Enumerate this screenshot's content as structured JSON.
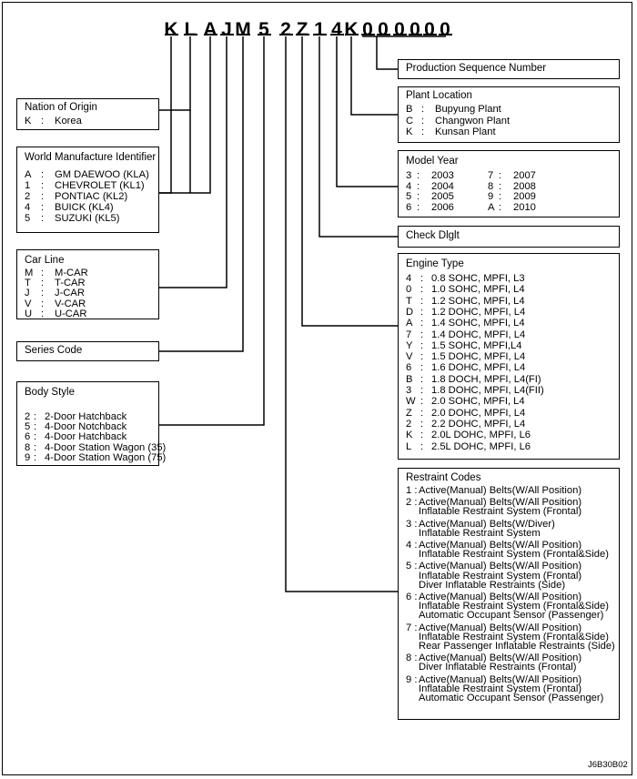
{
  "vin": [
    "K",
    "L",
    "A",
    "J",
    "M",
    "5",
    "2",
    "Z",
    "1",
    "4",
    "K",
    "0",
    "0",
    "0",
    "0",
    "0",
    "0"
  ],
  "nation": {
    "title": "Nation of Origin",
    "items": [
      {
        "code": "K",
        "sep": ":",
        "text": "Korea"
      }
    ]
  },
  "wmi": {
    "title": "World Manufacture Identifier",
    "items": [
      {
        "code": "A",
        "sep": ":",
        "text": "GM DAEWOO (KLA)"
      },
      {
        "code": "1",
        "sep": ":",
        "text": "CHEVROLET (KL1)"
      },
      {
        "code": "2",
        "sep": ":",
        "text": "PONTIAC (KL2)"
      },
      {
        "code": "4",
        "sep": ":",
        "text": "BUICK (KL4)"
      },
      {
        "code": "5",
        "sep": ":",
        "text": "SUZUKI (KL5)"
      }
    ]
  },
  "car_line": {
    "title": "Car Line",
    "items": [
      {
        "code": "M",
        "sep": ":",
        "text": "M-CAR"
      },
      {
        "code": "T",
        "sep": ":",
        "text": "T-CAR"
      },
      {
        "code": "J",
        "sep": ":",
        "text": "J-CAR"
      },
      {
        "code": "V",
        "sep": ":",
        "text": "V-CAR"
      },
      {
        "code": "U",
        "sep": ":",
        "text": "U-CAR"
      }
    ]
  },
  "series_code": {
    "title": "Series Code"
  },
  "body_style": {
    "title": "Body Style",
    "items": [
      {
        "code": "2",
        "sep": ":",
        "text": "2-Door Hatchback"
      },
      {
        "code": "5",
        "sep": ":",
        "text": "4-Door Notchback"
      },
      {
        "code": "6",
        "sep": ":",
        "text": "4-Door Hatchback"
      },
      {
        "code": "8",
        "sep": ":",
        "text": "4-Door Station Wagon (35)"
      },
      {
        "code": "9",
        "sep": ":",
        "text": "4-Door Station Wagon (75)"
      }
    ]
  },
  "production_seq": {
    "title": "Production Sequence Number"
  },
  "plant": {
    "title": "Plant Location",
    "items": [
      {
        "code": "B",
        "sep": ":",
        "text": "Bupyung Plant"
      },
      {
        "code": "C",
        "sep": ":",
        "text": "Changwon Plant"
      },
      {
        "code": "K",
        "sep": ":",
        "text": "Kunsan Plant"
      }
    ]
  },
  "model_year": {
    "title": "Model Year",
    "items": [
      {
        "code": "3",
        "sep": ":",
        "text": "2003",
        "code2": "7",
        "sep2": ":",
        "text2": "2007"
      },
      {
        "code": "4",
        "sep": ":",
        "text": "2004",
        "code2": "8",
        "sep2": ":",
        "text2": "2008"
      },
      {
        "code": "5",
        "sep": ":",
        "text": "2005",
        "code2": "9",
        "sep2": ":",
        "text2": "2009"
      },
      {
        "code": "6",
        "sep": ":",
        "text": "2006",
        "code2": "A",
        "sep2": ":",
        "text2": "2010"
      }
    ]
  },
  "check_digit": {
    "title": "Check Dlglt"
  },
  "engine": {
    "title": "Engine Type",
    "items": [
      {
        "code": "4",
        "sep": ":",
        "text": "0.8 SOHC, MPFI, L3"
      },
      {
        "code": "0",
        "sep": ":",
        "text": "1.0 SOHC, MPFI, L4"
      },
      {
        "code": "T",
        "sep": ":",
        "text": "1.2 SOHC, MPFI, L4"
      },
      {
        "code": "D",
        "sep": ":",
        "text": "1.2 DOHC, MPFI, L4"
      },
      {
        "code": "A",
        "sep": ":",
        "text": "1.4 SOHC, MPFI, L4"
      },
      {
        "code": "7",
        "sep": ":",
        "text": "1.4 DOHC, MPFI, L4"
      },
      {
        "code": "Y",
        "sep": ":",
        "text": "1.5 SOHC, MPFI,L4"
      },
      {
        "code": "V",
        "sep": ":",
        "text": "1.5 DOHC, MPFI, L4"
      },
      {
        "code": "6",
        "sep": ":",
        "text": "1.6 DOHC, MPFI, L4"
      },
      {
        "code": "B",
        "sep": ":",
        "text": "1.8 DOCH, MPFI, L4(FI)"
      },
      {
        "code": "3",
        "sep": ":",
        "text": "1.8 DOHC, MPFI, L4(FII)"
      },
      {
        "code": "W",
        "sep": ":",
        "text": "2.0 SOHC, MPFI, L4"
      },
      {
        "code": "Z",
        "sep": ":",
        "text": "2.0 DOHC, MPFI, L4"
      },
      {
        "code": "2",
        "sep": ":",
        "text": "2.2 DOHC, MPFI, L4"
      },
      {
        "code": "K",
        "sep": ":",
        "text": "2.0L DOHC, MPFI, L6"
      },
      {
        "code": "L",
        "sep": ":",
        "text": "2.5L DOHC, MPFI, L6"
      }
    ]
  },
  "restraint": {
    "title": "Restraint Codes",
    "items": [
      {
        "num": "1 :",
        "lines": [
          "Active(Manual) Belts(W/All Position)"
        ]
      },
      {
        "num": "2 :",
        "lines": [
          "Active(Manual) Belts(W/All Position)",
          "Inflatable Restraint System (Frontal)"
        ]
      },
      {
        "num": "3 :",
        "lines": [
          "Active(Manual) Belts(W/Diver)",
          "Inflatable Restraint System"
        ]
      },
      {
        "num": "4 :",
        "lines": [
          "Active(Manual) Belts(W/All Position)",
          "Inflatable Restraint System (Frontal&Side)"
        ]
      },
      {
        "num": "5 :",
        "lines": [
          "Active(Manual) Belts(W/All Position)",
          "Inflatable Restraint System (Frontal)",
          "Diver Inflatable Restraints (Side)"
        ]
      },
      {
        "num": "6 :",
        "lines": [
          "Active(Manual) Belts(W/All Position)",
          "Inflatable Restraint System (Frontal&Side)",
          "Automatic Occupant Sensor (Passenger)"
        ]
      },
      {
        "num": "7 :",
        "lines": [
          "Active(Manual) Belts(W/All Position)",
          "Inflatable Restraint System (Frontal&Side)",
          "Rear Passenger Inflatable Restraints (Side)"
        ]
      },
      {
        "num": "8 :",
        "lines": [
          "Active(Manual) Belts(W/All Position)",
          "Diver Inflatable Restraints (Frontal)"
        ]
      },
      {
        "num": "9 :",
        "lines": [
          "Active(Manual) Belts(W/All Position)",
          "Inflatable Restraint System (Frontal)",
          "Automatic Occupant Sensor (Passenger)"
        ]
      }
    ]
  },
  "figure_id": "J6B30B02"
}
